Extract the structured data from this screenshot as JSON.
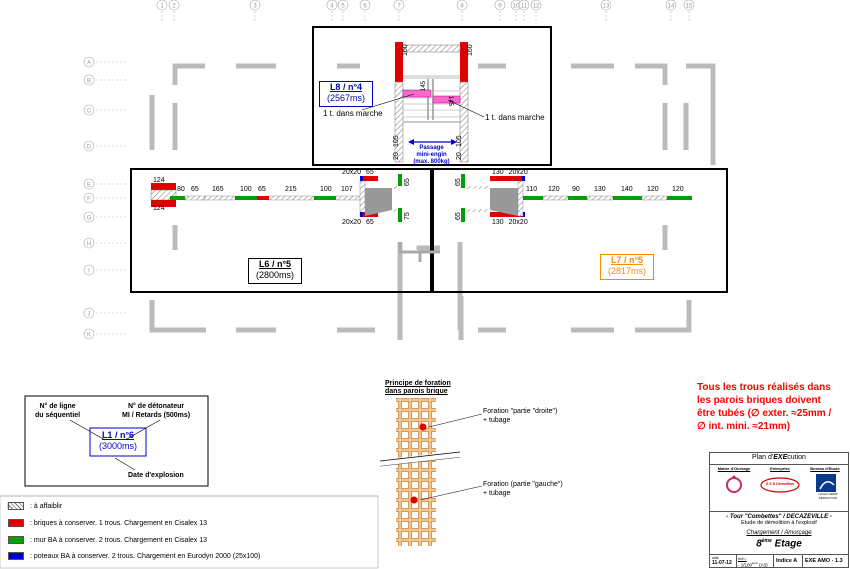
{
  "grid": {
    "columns": [
      "1",
      "2",
      "3",
      "4",
      "5",
      "6",
      "7",
      "8",
      "9",
      "10",
      "11",
      "12",
      "13",
      "14",
      "15"
    ],
    "rows": [
      "A",
      "B",
      "C",
      "D",
      "E",
      "F",
      "G",
      "H",
      "I",
      "J",
      "K"
    ]
  },
  "walls": {
    "top": {
      "left_dim": "160",
      "right_dim": "160",
      "stair_left": "145",
      "stair_right": "145",
      "bottom_left_a": "105",
      "bottom_left_b": "20",
      "bottom_right_a": "105",
      "bottom_right_b": "20"
    },
    "left": {
      "seg": [
        "80",
        "65",
        "165",
        "100",
        "65",
        "215",
        "100",
        "107"
      ],
      "end_top": "124",
      "end_bottom": "124",
      "pillar_top": "20x20",
      "pillar_top_val": "65",
      "pillar_bottom": "20x20",
      "pillar_bottom_val": "65",
      "side_top": "65",
      "side_bottom": "75"
    },
    "right": {
      "seg": [
        "110",
        "120",
        "90",
        "130",
        "140",
        "120",
        "120"
      ],
      "top_a": "130",
      "top_b": "20x20",
      "bottom_a": "130",
      "bottom_b": "20x20",
      "side_top": "65",
      "side_bottom": "65"
    }
  },
  "labels": {
    "l8_title": "L8 / n°4",
    "l8_time": "(2567ms)",
    "step_left": "1 t. dans marche",
    "step_right": "1 t. dans marche",
    "passage_1": "Passage",
    "passage_2": "mini-engin",
    "passage_3": "(max. 800kg)",
    "l6_title": "L6 / n°5",
    "l6_time": "(2800ms)",
    "l7_title": "L7 / n°5",
    "l7_time": "(2817ms)"
  },
  "key_box": {
    "top_left_1": "N° de ligne",
    "top_left_2": "du séquentiel",
    "top_right_1": "N° de détonateur",
    "top_right_2": "MI / Retards (500ms)",
    "center_title": "L1 / n°6",
    "center_time": "(3000ms)",
    "bottom": "Date d'explosion"
  },
  "foration": {
    "title_1": "Principe de foration",
    "title_2": "dans parois brique",
    "right_1": "Foration \"partie \"droite\")",
    "right_2": "+ tubage",
    "left_1": "Foration (partie \"gauche\")",
    "left_2": "+ tubage"
  },
  "note": {
    "line1": "Tous les trous réalisés dans",
    "line2": "les parois briques doivent",
    "line3": "être tubés (∅ exter. ≈25mm /",
    "line4": "∅ int. mini. ≈21mm)"
  },
  "legend": [
    {
      "text": ": à affaiblir",
      "color": "#ffffff",
      "kind": "hatch"
    },
    {
      "text": ": briques à conserver. 1 trous. Chargement en Cisalex 13",
      "color": "#e00000",
      "kind": "solid"
    },
    {
      "text": ": mur BA à conserver. 2 trous. Chargement en Cisalex 13",
      "color": "#00a000",
      "kind": "solid"
    },
    {
      "text": ": poteaux BA à conserver. 2 trous. Chargement en Eurodyn 2000 (25x100)",
      "color": "#0000cc",
      "kind": "solid"
    }
  ],
  "title_block": {
    "plan": "Plan d'",
    "plan_bold": "EXE",
    "plan_end": "cution",
    "moa": "Maître d'Ouvrage",
    "ent": "Entreprise",
    "bet": "Bureau d'Etude",
    "logo_mid": "G S D  Démolition",
    "logo_right": "conseil CERIP DEMOLITION",
    "project": "- Tour \"Combettes\" / DECAZEVILLE -",
    "study": "Etude de démolition à l'explosif",
    "phase": "Chargement / Amorçage",
    "floor_num": "8",
    "floor_sup": "ème",
    "floor_word": "Etage",
    "date_label": "date",
    "date": "11-07-12",
    "scale_label": "éch.:",
    "scale": "- 1/100",
    "scale_sup": "ème",
    "scale_end": " (A3)",
    "index": "Indice A",
    "ref": "EXE AMO - 1.3"
  },
  "colors": {
    "red": "#e00000",
    "green": "#00a000",
    "blue": "#0000cc",
    "orange": "#ff8c00",
    "pink": "#ff66cc",
    "note_red": "#ff0000"
  }
}
